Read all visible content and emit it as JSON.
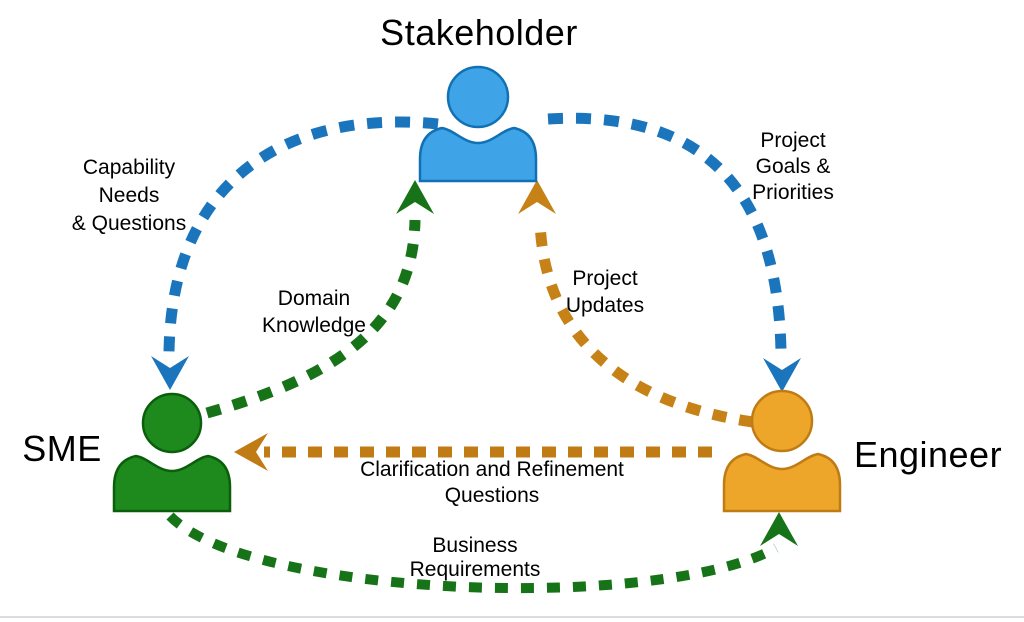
{
  "diagram": {
    "background": "#ffffff",
    "bottom_border_color": "#d9dde2",
    "nodes": {
      "stakeholder": {
        "label": "Stakeholder",
        "fill": "#3FA3E8",
        "stroke": "#1171B5"
      },
      "sme": {
        "label": "SME",
        "fill": "#1E8A1E",
        "stroke": "#0B5E0B"
      },
      "engineer": {
        "label": "Engineer",
        "fill": "#EDA62A",
        "stroke": "#BF7C15"
      }
    },
    "edges": {
      "capability": {
        "from": "Stakeholder",
        "to": "SME",
        "color": "#1B75BC",
        "lines": [
          "Capability",
          "Needs",
          "& Questions"
        ]
      },
      "goals": {
        "from": "Stakeholder",
        "to": "Engineer",
        "color": "#1B75BC",
        "lines": [
          "Project",
          "Goals &",
          "Priorities"
        ]
      },
      "domain": {
        "from": "SME",
        "to": "Stakeholder",
        "color": "#177317",
        "lines": [
          "Domain",
          "Knowledge"
        ]
      },
      "updates": {
        "from": "Engineer",
        "to": "Stakeholder",
        "color": "#C68117",
        "lines": [
          "Project",
          "Updates"
        ]
      },
      "clarification": {
        "from": "Engineer",
        "to": "SME",
        "color": "#C07B15",
        "lines": [
          "Clarification and Refinement",
          "Questions"
        ]
      },
      "business": {
        "from": "SME",
        "to": "Engineer",
        "color": "#177317",
        "lines": [
          "Business",
          "Requirements"
        ]
      }
    }
  }
}
